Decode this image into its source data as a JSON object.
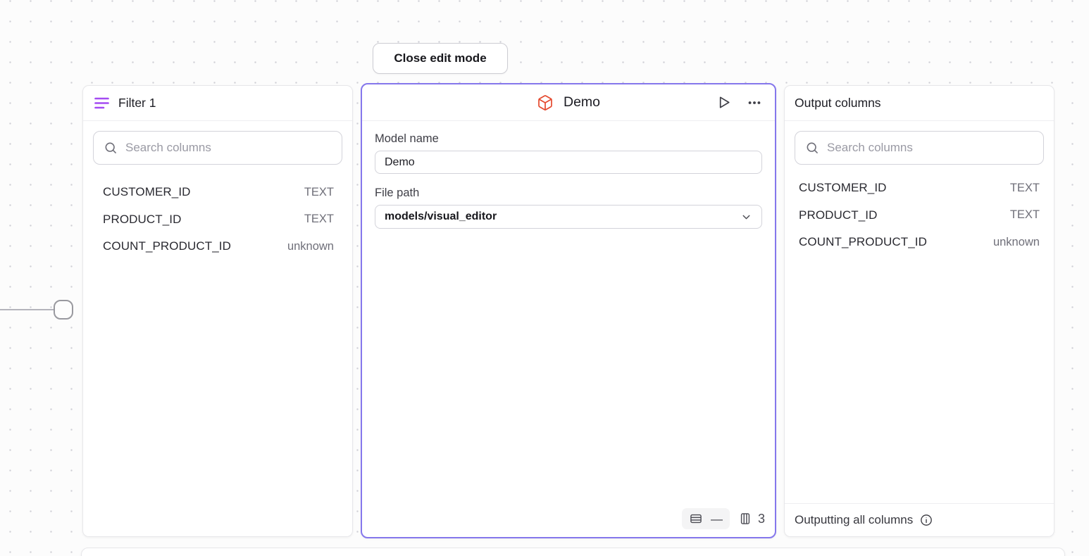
{
  "toolbar": {
    "close_edit_mode_label": "Close edit mode"
  },
  "edge": {
    "handle": "connection-endpoint"
  },
  "filter_panel": {
    "title": "Filter 1",
    "icon": "filter-lines-icon",
    "search_placeholder": "Search columns",
    "columns": [
      {
        "name": "CUSTOMER_ID",
        "type": "TEXT"
      },
      {
        "name": "PRODUCT_ID",
        "type": "TEXT"
      },
      {
        "name": "COUNT_PRODUCT_ID",
        "type": "unknown"
      }
    ]
  },
  "model_panel": {
    "title": "Demo",
    "icon": "box-icon",
    "actions": {
      "run": "play-icon",
      "menu": "ellipsis-icon"
    },
    "model_name_label": "Model name",
    "model_name_value": "Demo",
    "file_path_label": "File path",
    "file_path_value": "models/visual_editor",
    "row_count": "—",
    "column_count": "3"
  },
  "output_panel": {
    "title": "Output columns",
    "search_placeholder": "Search columns",
    "columns": [
      {
        "name": "CUSTOMER_ID",
        "type": "TEXT"
      },
      {
        "name": "PRODUCT_ID",
        "type": "TEXT"
      },
      {
        "name": "COUNT_PRODUCT_ID",
        "type": "unknown"
      }
    ],
    "footer_text": "Outputting all columns"
  },
  "colors": {
    "accent_purple_border": "#8577ec",
    "filter_icon_purple": "#a44bf2",
    "box_icon_orange": "#e5492e",
    "canvas_dot": "#cfcfd6"
  }
}
